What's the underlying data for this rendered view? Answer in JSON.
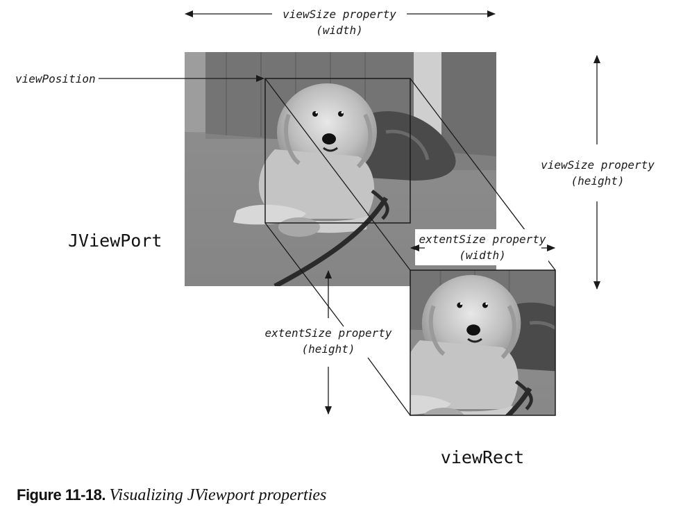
{
  "labels": {
    "view_size_width": [
      "viewSize property",
      "(width)"
    ],
    "view_position": "viewPosition",
    "view_size_height": [
      "viewSize property",
      "(height)"
    ],
    "jviewport": "JViewPort",
    "extent_size_width": [
      "extentSize property",
      "(width)"
    ],
    "extent_size_height": [
      "extentSize property",
      "(height)"
    ],
    "view_rect": "viewRect"
  },
  "caption": {
    "number": "Figure 11-18.",
    "title": "Visualizing JViewport properties"
  },
  "colors": {
    "line": "#1a1a1a",
    "photo_bg": "#8a8a8a",
    "page_bg": "#ffffff"
  }
}
